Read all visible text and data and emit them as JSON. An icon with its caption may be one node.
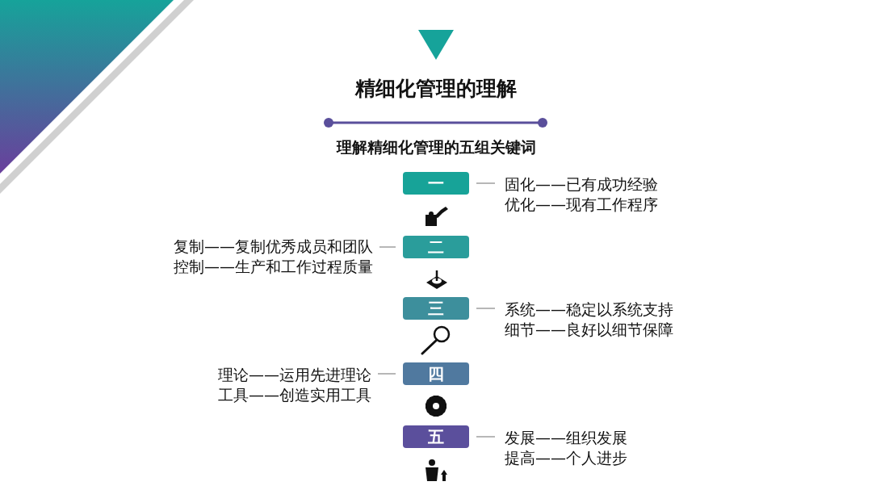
{
  "diagram": {
    "title": "精细化管理的理解",
    "nodes": [
      {
        "text": [
          "一"
        ]
      },
      {
        "text": [
          "固化——已有成功经验",
          "优化——现有工作程序"
        ]
      },
      {
        "text": [
          "复制——复制优秀成员和团队",
          "控制——生产和工作过程质量"
        ]
      },
      {
        "text": [
          "二"
        ]
      },
      {
        "text": [
          "三"
        ]
      },
      {
        "text": [
          "系统——稳定以系统支持",
          "细节——良好以细节保障"
        ]
      },
      {
        "text": [
          "理论——运用先进理论",
          "工具——创造实用工具"
        ]
      },
      {
        "text": [
          "四"
        ]
      },
      {
        "text": [
          "五"
        ]
      },
      {
        "text": [
          "发展——组织发展",
          "提高——个人进步"
        ]
      }
    ],
    "edges": [
      {
        "from": 0,
        "to": 1,
        "arrow": "none"
      },
      {
        "from": 3,
        "to": 2,
        "arrow": "none"
      },
      {
        "from": 4,
        "to": 5,
        "arrow": "none"
      },
      {
        "from": 7,
        "to": 6,
        "arrow": "none"
      },
      {
        "from": 8,
        "to": 9,
        "arrow": "none"
      }
    ],
    "labels": [
      "理解精细化管理的五组关键词"
    ]
  }
}
